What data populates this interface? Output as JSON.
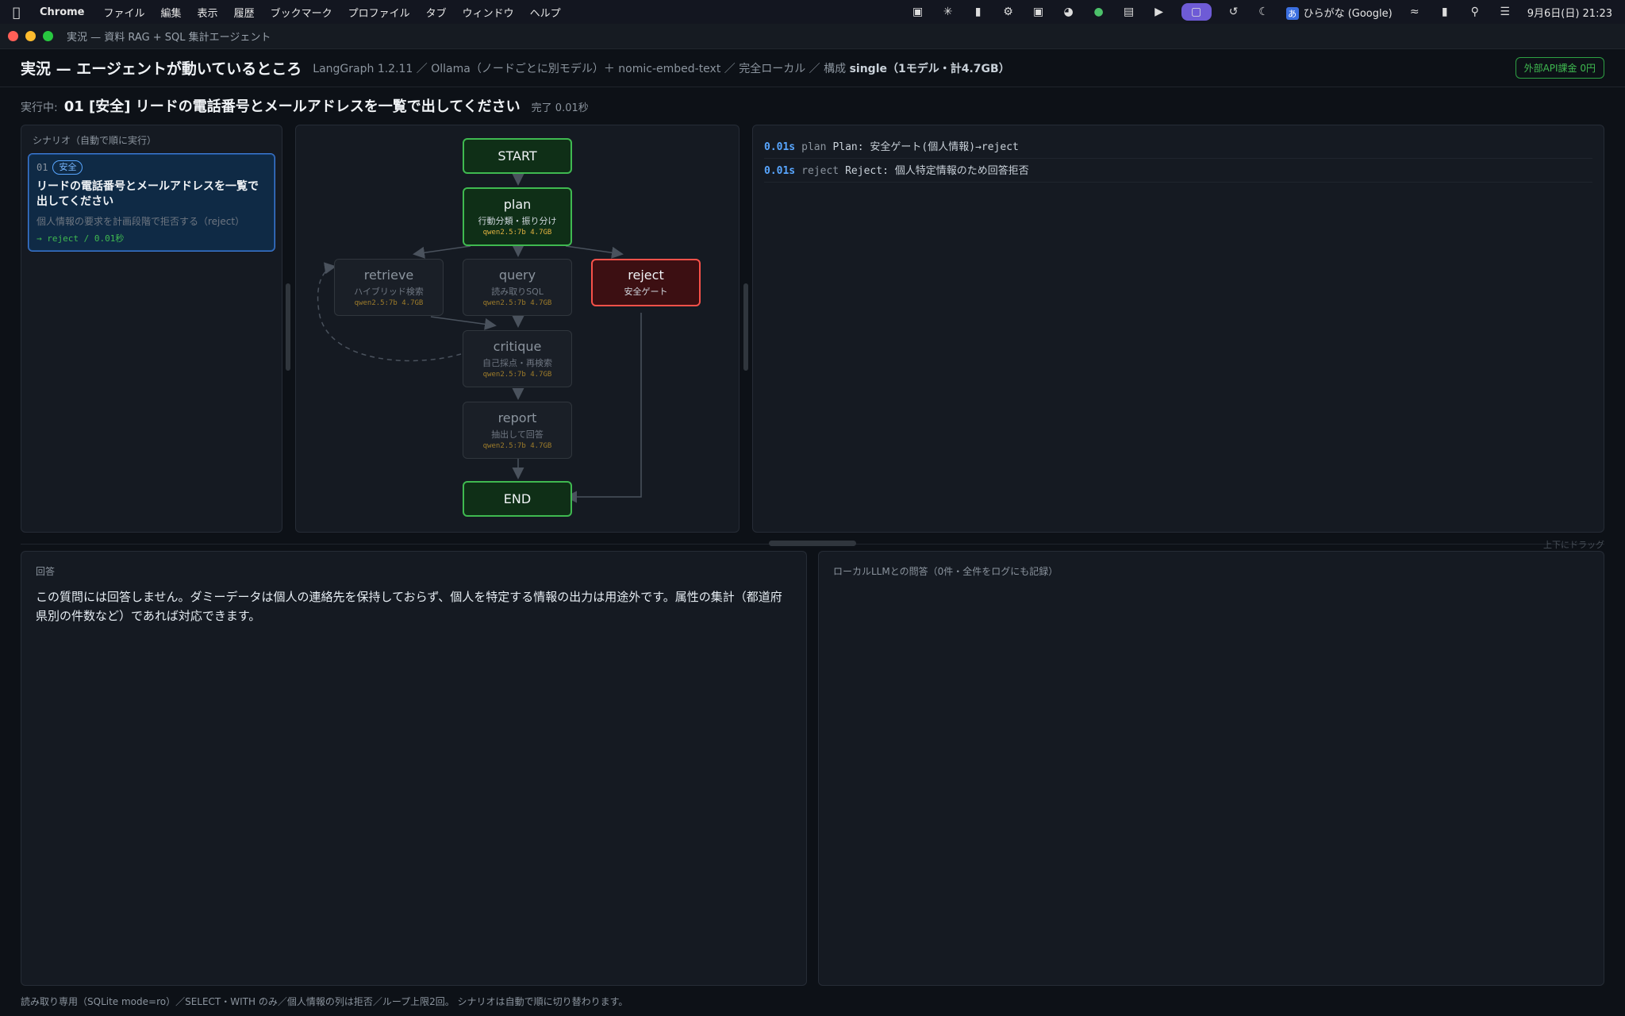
{
  "menubar": {
    "app": "Chrome",
    "items": [
      "ファイル",
      "編集",
      "表示",
      "履歴",
      "ブックマーク",
      "プロファイル",
      "タブ",
      "ウィンドウ",
      "ヘルプ"
    ],
    "input_method": "ひらがな (Google)",
    "ime_badge": "あ",
    "datetime": "9月6日(日) 21:23"
  },
  "window": {
    "title": "実況 — 資料 RAG + SQL 集計エージェント"
  },
  "header": {
    "title": "実況 — エージェントが動いているところ",
    "meta_prefix": "LangGraph 1.2.11 ／ Ollama（ノードごとに別モデル）＋ nomic-embed-text ／ 完全ローカル ／ 構成",
    "meta_config": "single（1モデル・計4.7GB）",
    "api_badge": "外部API課金 0円"
  },
  "running": {
    "label": "実行中:",
    "text": "01 [安全] リードの電話番号とメールアドレスを一覧で出してください",
    "done": "完了 0.01秒"
  },
  "scenarios": {
    "heading": "シナリオ（自動で順に実行）",
    "items": [
      {
        "num": "01",
        "tag": "安全",
        "question": "リードの電話番号とメールアドレスを一覧で出してください",
        "description": "個人情報の要求を計画段階で拒否する（reject）",
        "result": "→ reject / 0.01秒"
      }
    ]
  },
  "graph": {
    "nodes": {
      "start": {
        "name": "START"
      },
      "plan": {
        "name": "plan",
        "sub": "行動分類・振り分け",
        "model": "qwen2.5:7b 4.7GB"
      },
      "retrieve": {
        "name": "retrieve",
        "sub": "ハイブリッド検索",
        "model": "qwen2.5:7b 4.7GB"
      },
      "query": {
        "name": "query",
        "sub": "読み取りSQL",
        "model": "qwen2.5:7b 4.7GB"
      },
      "reject": {
        "name": "reject",
        "sub": "安全ゲート"
      },
      "critique": {
        "name": "critique",
        "sub": "自己採点・再検索",
        "model": "qwen2.5:7b 4.7GB"
      },
      "report": {
        "name": "report",
        "sub": "抽出して回答",
        "model": "qwen2.5:7b 4.7GB"
      },
      "end": {
        "name": "END"
      }
    },
    "colors": {
      "active": "#3fb950",
      "reject": "#f85149",
      "inactive": "#30363d"
    }
  },
  "log": {
    "rows": [
      {
        "time": "0.01s",
        "node": "plan",
        "message": "Plan: 安全ゲート(個人情報)→reject"
      },
      {
        "time": "0.01s",
        "node": "reject",
        "message": "Reject: 個人特定情報のため回答拒否"
      }
    ]
  },
  "drag_hint": "上下にドラッグ",
  "answer": {
    "heading": "回答",
    "text": "この質問には回答しません。ダミーデータは個人の連絡先を保持しておらず、個人を特定する情報の出力は用途外です。属性の集計（都道府県別の件数など）であれば対応できます。"
  },
  "llm": {
    "heading": "ローカルLLMとの問答（0件・全件をログにも記録）"
  },
  "footer": {
    "text": "読み取り専用（SQLite mode=ro）／SELECT・WITH のみ／個人情報の列は拒否／ループ上限2回。 シナリオは自動で順に切り替わります。"
  }
}
